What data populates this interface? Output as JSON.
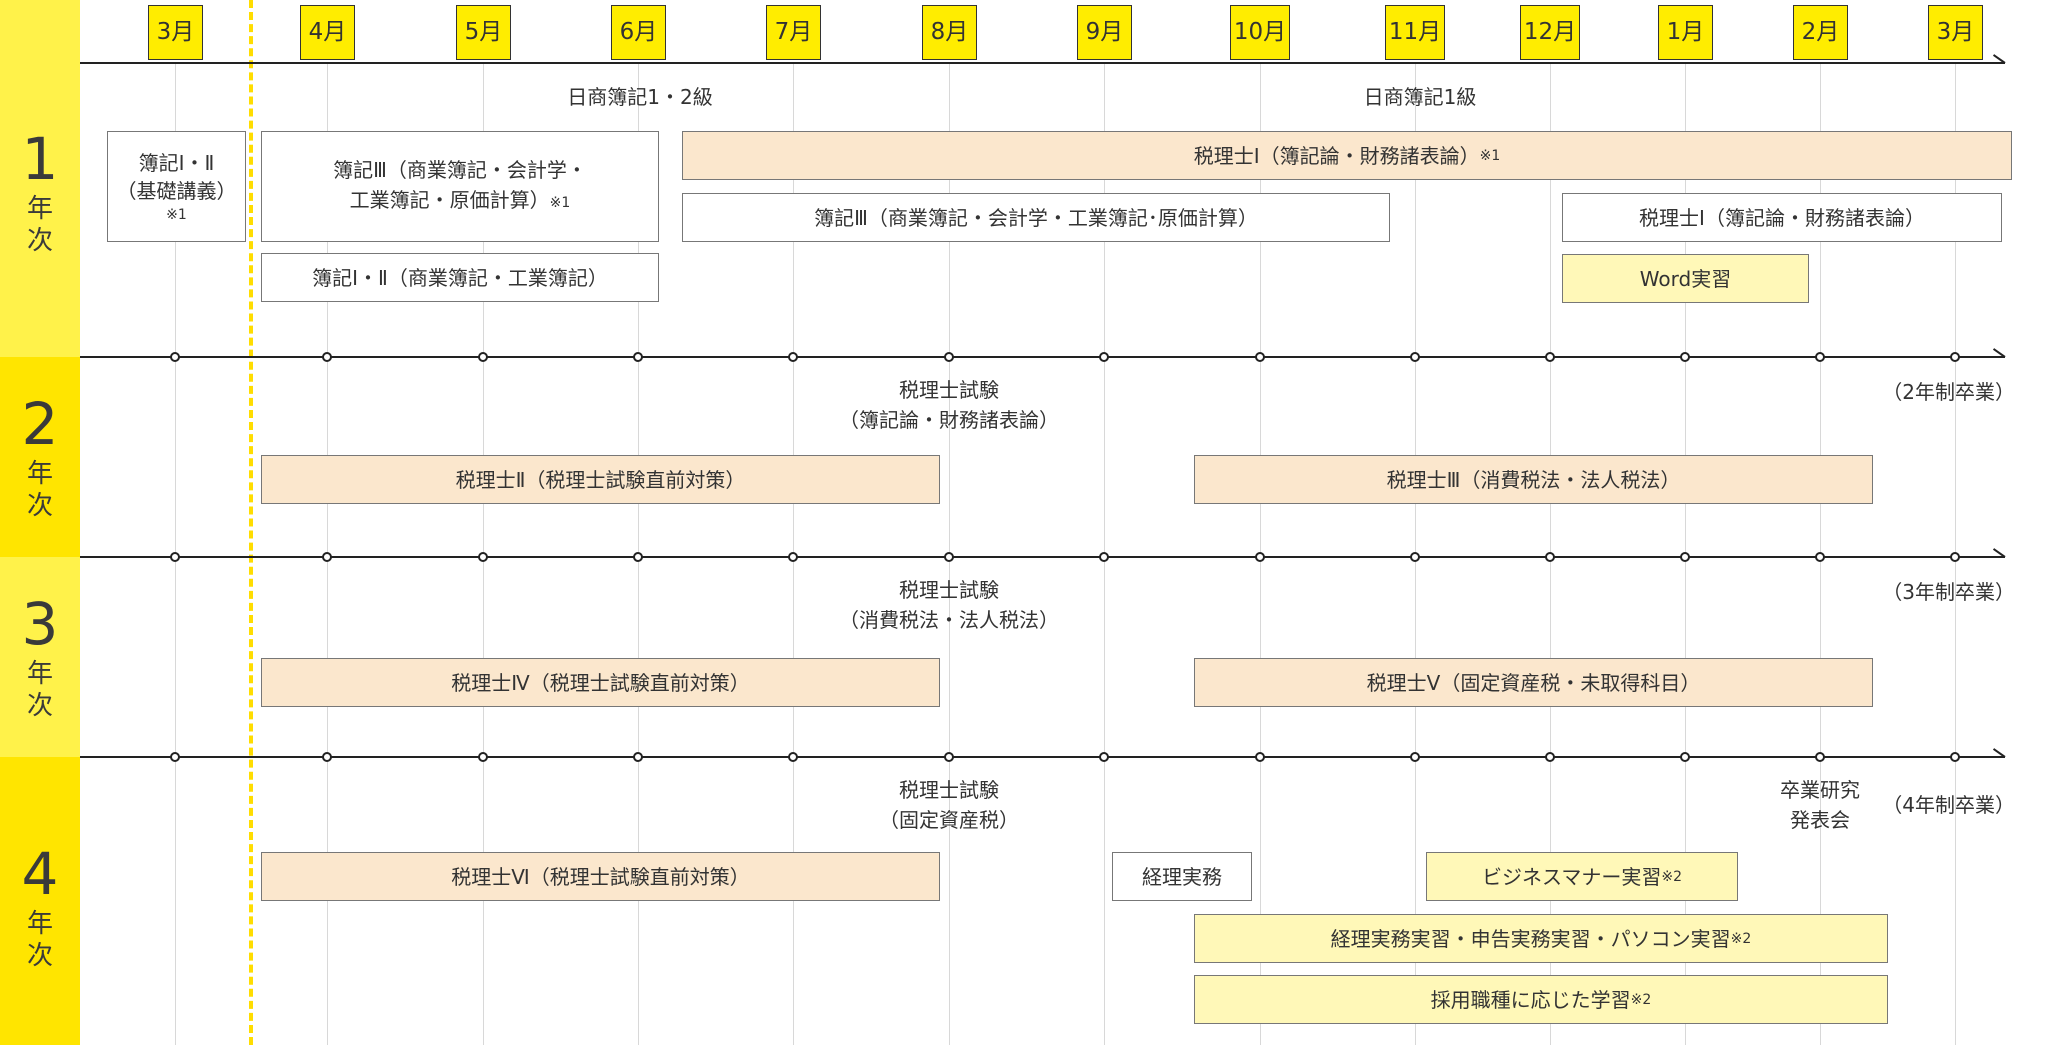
{
  "months": [
    "3月",
    "4月",
    "5月",
    "6月",
    "7月",
    "8月",
    "9月",
    "10月",
    "11月",
    "12月",
    "1月",
    "2月",
    "3月"
  ],
  "years": [
    {
      "num": "1",
      "c1": "年",
      "c2": "次"
    },
    {
      "num": "2",
      "c1": "年",
      "c2": "次"
    },
    {
      "num": "3",
      "c1": "年",
      "c2": "次"
    },
    {
      "num": "4",
      "c1": "年",
      "c2": "次"
    }
  ],
  "colors": {
    "band_yellow": "#FFED00",
    "band_yellow_light": "#FFF24A",
    "peach": "#FBE7CD",
    "light_yellow": "#FFF8B8",
    "dash_yellow": "#FFDD00"
  },
  "year1": {
    "exam_label_a": "日商簿記1・2級",
    "exam_label_b": "日商簿記1級",
    "box_intro_line1": "簿記Ⅰ・Ⅱ",
    "box_intro_line2": "（基礎講義）",
    "box_intro_note": "※1",
    "box_boki3_line1": "簿記Ⅲ（商業簿記・会計学・",
    "box_boki3_line2": "工業簿記・原価計算）",
    "box_boki3_note": "※1",
    "box_boki12": "簿記Ⅰ・Ⅱ（商業簿記・工業簿記）",
    "box_zeirishi1_top": "税理士Ⅰ（簿記論・財務諸表論）",
    "box_zeirishi1_top_note": "※1",
    "box_boki3_long": "簿記Ⅲ（商業簿記・会計学・工業簿記･原価計算）",
    "box_zeirishi1_right": "税理士Ⅰ（簿記論・財務諸表論）",
    "box_word": "Word実習"
  },
  "year2": {
    "exam_line1": "税理士試験",
    "exam_line2": "（簿記論・財務諸表論）",
    "grad": "（2年制卒業）",
    "box_left": "税理士Ⅱ（税理士試験直前対策）",
    "box_right": "税理士Ⅲ（消費税法・法人税法）"
  },
  "year3": {
    "exam_line1": "税理士試験",
    "exam_line2": "（消費税法・法人税法）",
    "grad": "（3年制卒業）",
    "box_left": "税理士Ⅳ（税理士試験直前対策）",
    "box_right": "税理士Ⅴ（固定資産税・未取得科目）"
  },
  "year4": {
    "exam_line1": "税理士試験",
    "exam_line2": "（固定資産税）",
    "present_line1": "卒業研究",
    "present_line2": "発表会",
    "grad": "（4年制卒業）",
    "box_left": "税理士Ⅵ（税理士試験直前対策）",
    "box_keiri": "経理実務",
    "box_manner": "ビジネスマナー実習",
    "box_manner_note": "※2",
    "box_practice": "経理実務実習・申告実務実習・パソコン実習",
    "box_practice_note": "※2",
    "box_job": "採用職種に応じた学習",
    "box_job_note": "※2"
  }
}
